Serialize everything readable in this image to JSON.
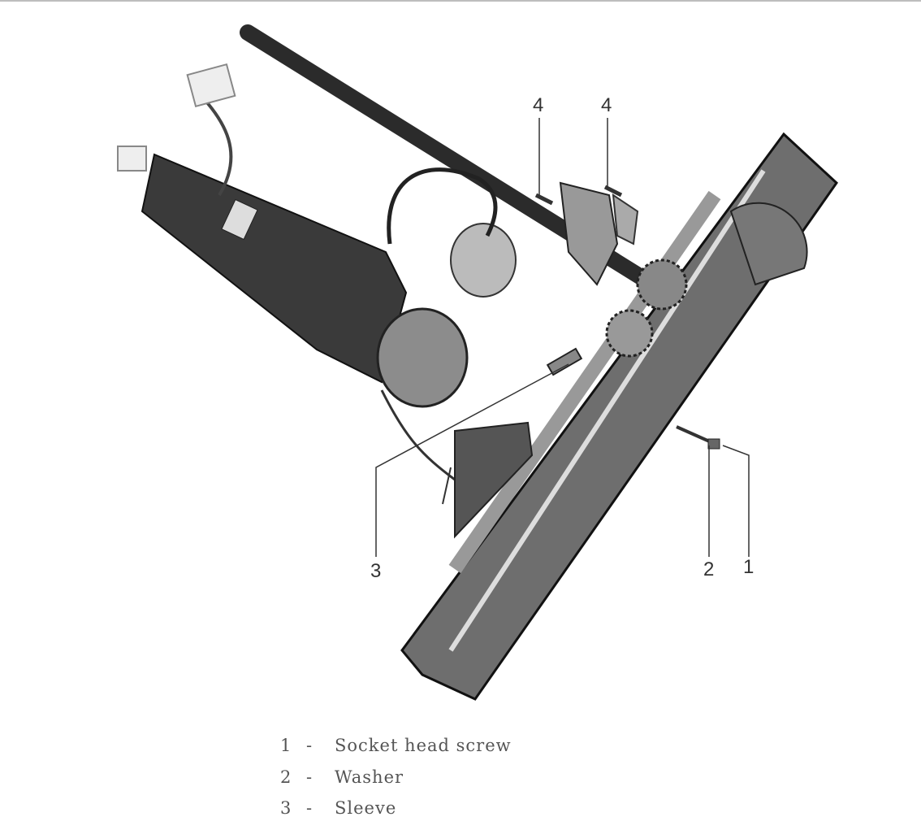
{
  "figure": {
    "callouts": [
      "4",
      "4",
      "3",
      "2",
      "1"
    ]
  },
  "legend": [
    {
      "num": "1",
      "sep": "-",
      "label": "Socket head screw"
    },
    {
      "num": "2",
      "sep": "-",
      "label": "Washer"
    },
    {
      "num": "3",
      "sep": "-",
      "label": "Sleeve"
    }
  ]
}
